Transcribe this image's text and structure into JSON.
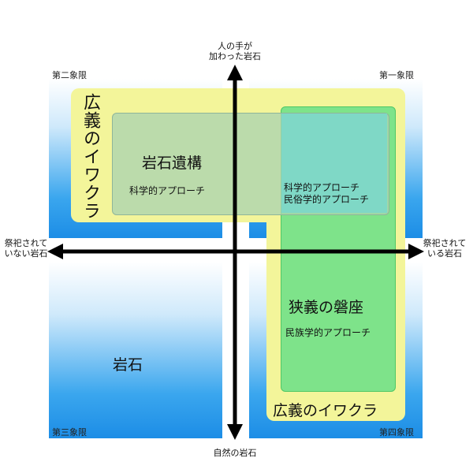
{
  "quadrants": {
    "q1": "第一象限",
    "q2": "第二象限",
    "q3": "第三象限",
    "q4": "第四象限"
  },
  "axes": {
    "top_line1": "人の手が",
    "top_line2": "加わった岩石",
    "bottom": "自然の岩石",
    "left_line1": "祭祀されて",
    "left_line2": "いない岩石",
    "right_line1": "祭祀されて",
    "right_line2": "いる岩石"
  },
  "regions": {
    "broad_iwakura_vertical": "広義のイワクラ",
    "broad_iwakura_bottom": "広義のイワクラ",
    "iwa_ruins_title": "岩石遺構",
    "iwa_ruins_approach": "科学的アプローチ",
    "overlap_line1": "科学的アプローチ",
    "overlap_line2": "民俗学的アプローチ",
    "narrow_title": "狭義の磐座",
    "narrow_approach": "民族学的アプローチ",
    "rock": "岩石"
  },
  "colors": {
    "yellow": "#f3f59a",
    "yellow_border": "#e9ec7a",
    "green": "#7ee38a",
    "green_border": "#4fc766",
    "gray_green": "#b9dcb9",
    "teal_overlap": "#7fd8c6",
    "axis": "#000000"
  }
}
